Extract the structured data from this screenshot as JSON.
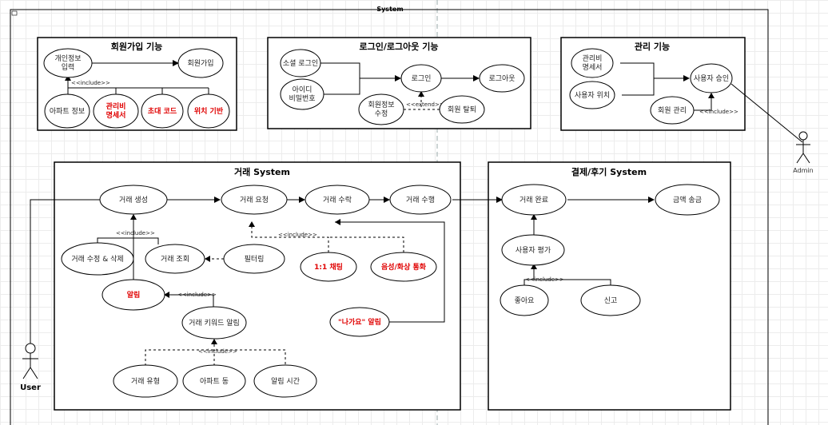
{
  "system_title": "System",
  "packages": {
    "signup": "회원가입 기능",
    "login": "로그인/로그아웃 기능",
    "admin": "관리 기능",
    "trade": "거래 System",
    "payment": "결제/후기 System"
  },
  "usecases": {
    "personal_info": [
      "개인정보",
      "입력"
    ],
    "signup": [
      "회원가입"
    ],
    "apt_info": [
      "아파트 정보"
    ],
    "mgmt_fee_doc": [
      "관리비",
      "명세서"
    ],
    "invite_code": [
      "초대 코드"
    ],
    "location_based": [
      "위치 기반"
    ],
    "social_login": [
      "소셜 로그인"
    ],
    "id_pw": [
      "아이디",
      "비밀번호"
    ],
    "login": [
      "로그인"
    ],
    "logout": [
      "로그아웃"
    ],
    "edit_member": [
      "회원정보",
      "수정"
    ],
    "withdraw": [
      "회원 탈퇴"
    ],
    "admin_mgmt_fee": [
      "관리비",
      "명세서"
    ],
    "user_location": [
      "사용자 위치"
    ],
    "user_approve": [
      "사용자 승인"
    ],
    "member_mgmt": [
      "회원 관리"
    ],
    "trade_create": [
      "거래 생성"
    ],
    "trade_request": [
      "거래 요청"
    ],
    "trade_accept": [
      "거래 수락"
    ],
    "trade_perform": [
      "거래 수행"
    ],
    "trade_edit_delete": [
      "거래 수정 & 삭제"
    ],
    "trade_search": [
      "거래 조회"
    ],
    "filtering": [
      "필터링"
    ],
    "chat": [
      "1:1 채팅"
    ],
    "voice_video": [
      "음성/화상 통화"
    ],
    "alarm": [
      "알림"
    ],
    "keyword_alarm": [
      "거래 키워드 알림"
    ],
    "want_alarm": [
      "\"나가요\" 알림"
    ],
    "trade_type": [
      "거래 유형"
    ],
    "apt_dong": [
      "아파트 동"
    ],
    "alarm_time": [
      "알림 시간"
    ],
    "trade_complete": [
      "거래 완료"
    ],
    "money_transfer": [
      "금액 송금"
    ],
    "user_rating": [
      "사용자 평가"
    ],
    "like": [
      "좋아요"
    ],
    "report": [
      "신고"
    ]
  },
  "labels": {
    "include": "<<include>>",
    "extend": "<<extend>>"
  },
  "actors": {
    "admin": "Admin",
    "user": "User"
  }
}
